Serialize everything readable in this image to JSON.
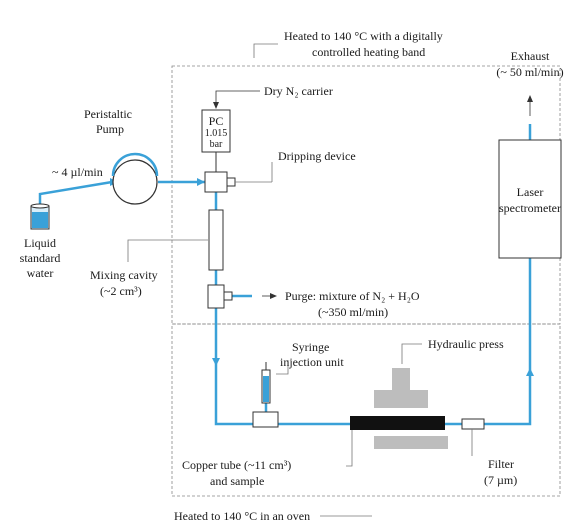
{
  "labels": {
    "heating_band": [
      "Heated to 140 °C with a digitally",
      "controlled heating band"
    ],
    "dry_n2": "Dry N₂ carrier",
    "pc": [
      "PC",
      "1.015",
      "bar"
    ],
    "exhaust": [
      "Exhaust",
      "(~ 50 ml/min)"
    ],
    "peristaltic": [
      "Peristaltic",
      "Pump"
    ],
    "flow_rate": "~ 4 µl/min",
    "dripping": "Dripping device",
    "laser": [
      "Laser",
      "spectrometer"
    ],
    "liquid": [
      "Liquid",
      "standard",
      "water"
    ],
    "mixing": [
      "Mixing cavity",
      "(~2 cm³)"
    ],
    "purge": [
      "Purge: mixture of N₂ + H₂O",
      "(~350 ml/min)"
    ],
    "syringe": [
      "Syringe",
      "injection unit"
    ],
    "hydraulic": "Hydraulic press",
    "copper": [
      "Copper tube  (~11 cm³)",
      "and sample"
    ],
    "filter": [
      "Filter",
      "(7 µm)"
    ],
    "oven": "Heated to 140 °C in an oven"
  },
  "colors": {
    "line": "#3aa1d8",
    "box_border": "#444444",
    "dash": "#888888",
    "press": "#bdbdbd",
    "sample": "#111111"
  }
}
